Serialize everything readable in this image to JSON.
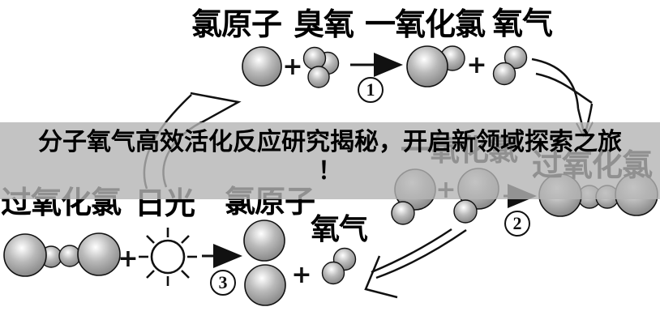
{
  "banner": {
    "title_line1": "分子氧气高效活化反应研究揭秘，开启新领域探索之旅",
    "title_line2": "！"
  },
  "symbols": {
    "plus": "+"
  },
  "colors": {
    "background": "#ffffff",
    "banner_overlay": "rgba(180,180,180,0.8)",
    "ink": "#000000",
    "sphere_shade": "#8f8f8f"
  },
  "reaction1": {
    "step_number": "1",
    "labels": {
      "chlorine_atom": "氯原子",
      "ozone": "臭氧",
      "chlorine_monoxide": "一氧化氯",
      "oxygen": "氧气"
    }
  },
  "reaction2": {
    "step_number": "2",
    "labels": {
      "chlorine_monoxide": "一氧化氯",
      "chlorine_peroxide": "过氧化氯"
    }
  },
  "reaction3": {
    "step_number": "3",
    "labels": {
      "chlorine_peroxide": "过氧化氯",
      "sunlight": "日光",
      "chlorine_atom": "氯原子",
      "oxygen": "氧气"
    }
  }
}
